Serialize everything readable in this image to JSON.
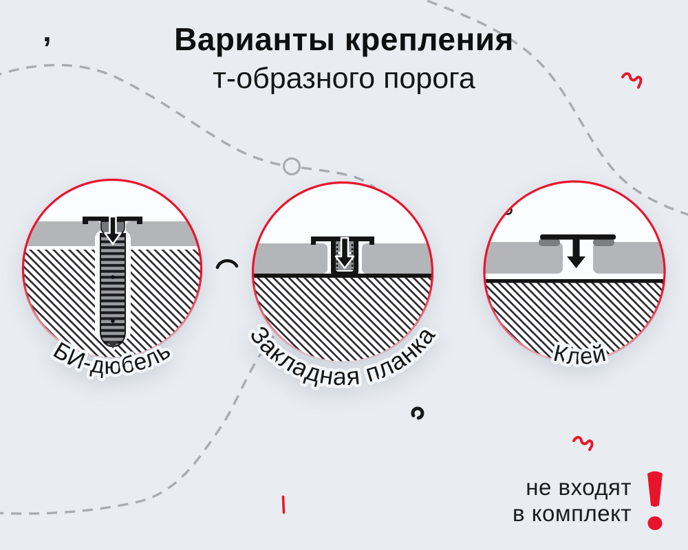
{
  "title": {
    "line1": "Варианты крепления",
    "line2": "т-образного порога"
  },
  "methods": [
    {
      "id": "bi-dowel",
      "label": "БИ-дюбель",
      "icon": "bi-dowel-cross-section-icon"
    },
    {
      "id": "mounting-plate",
      "label": "Закладная планка",
      "icon": "mounting-track-cross-section-icon"
    },
    {
      "id": "glue",
      "label": "Клей",
      "icon": "glue-cross-section-icon"
    }
  ],
  "note": {
    "line1": "не входят",
    "line2": "в комплект",
    "icon": "exclamation-mark-icon"
  },
  "decor": {
    "apostrophe": "’"
  },
  "colors": {
    "background": "#e9edf2",
    "accent_red": "#e9142c",
    "panel_gray": "#b3b5b8",
    "dash_gray": "#a6acb2",
    "text_black": "#141414"
  }
}
